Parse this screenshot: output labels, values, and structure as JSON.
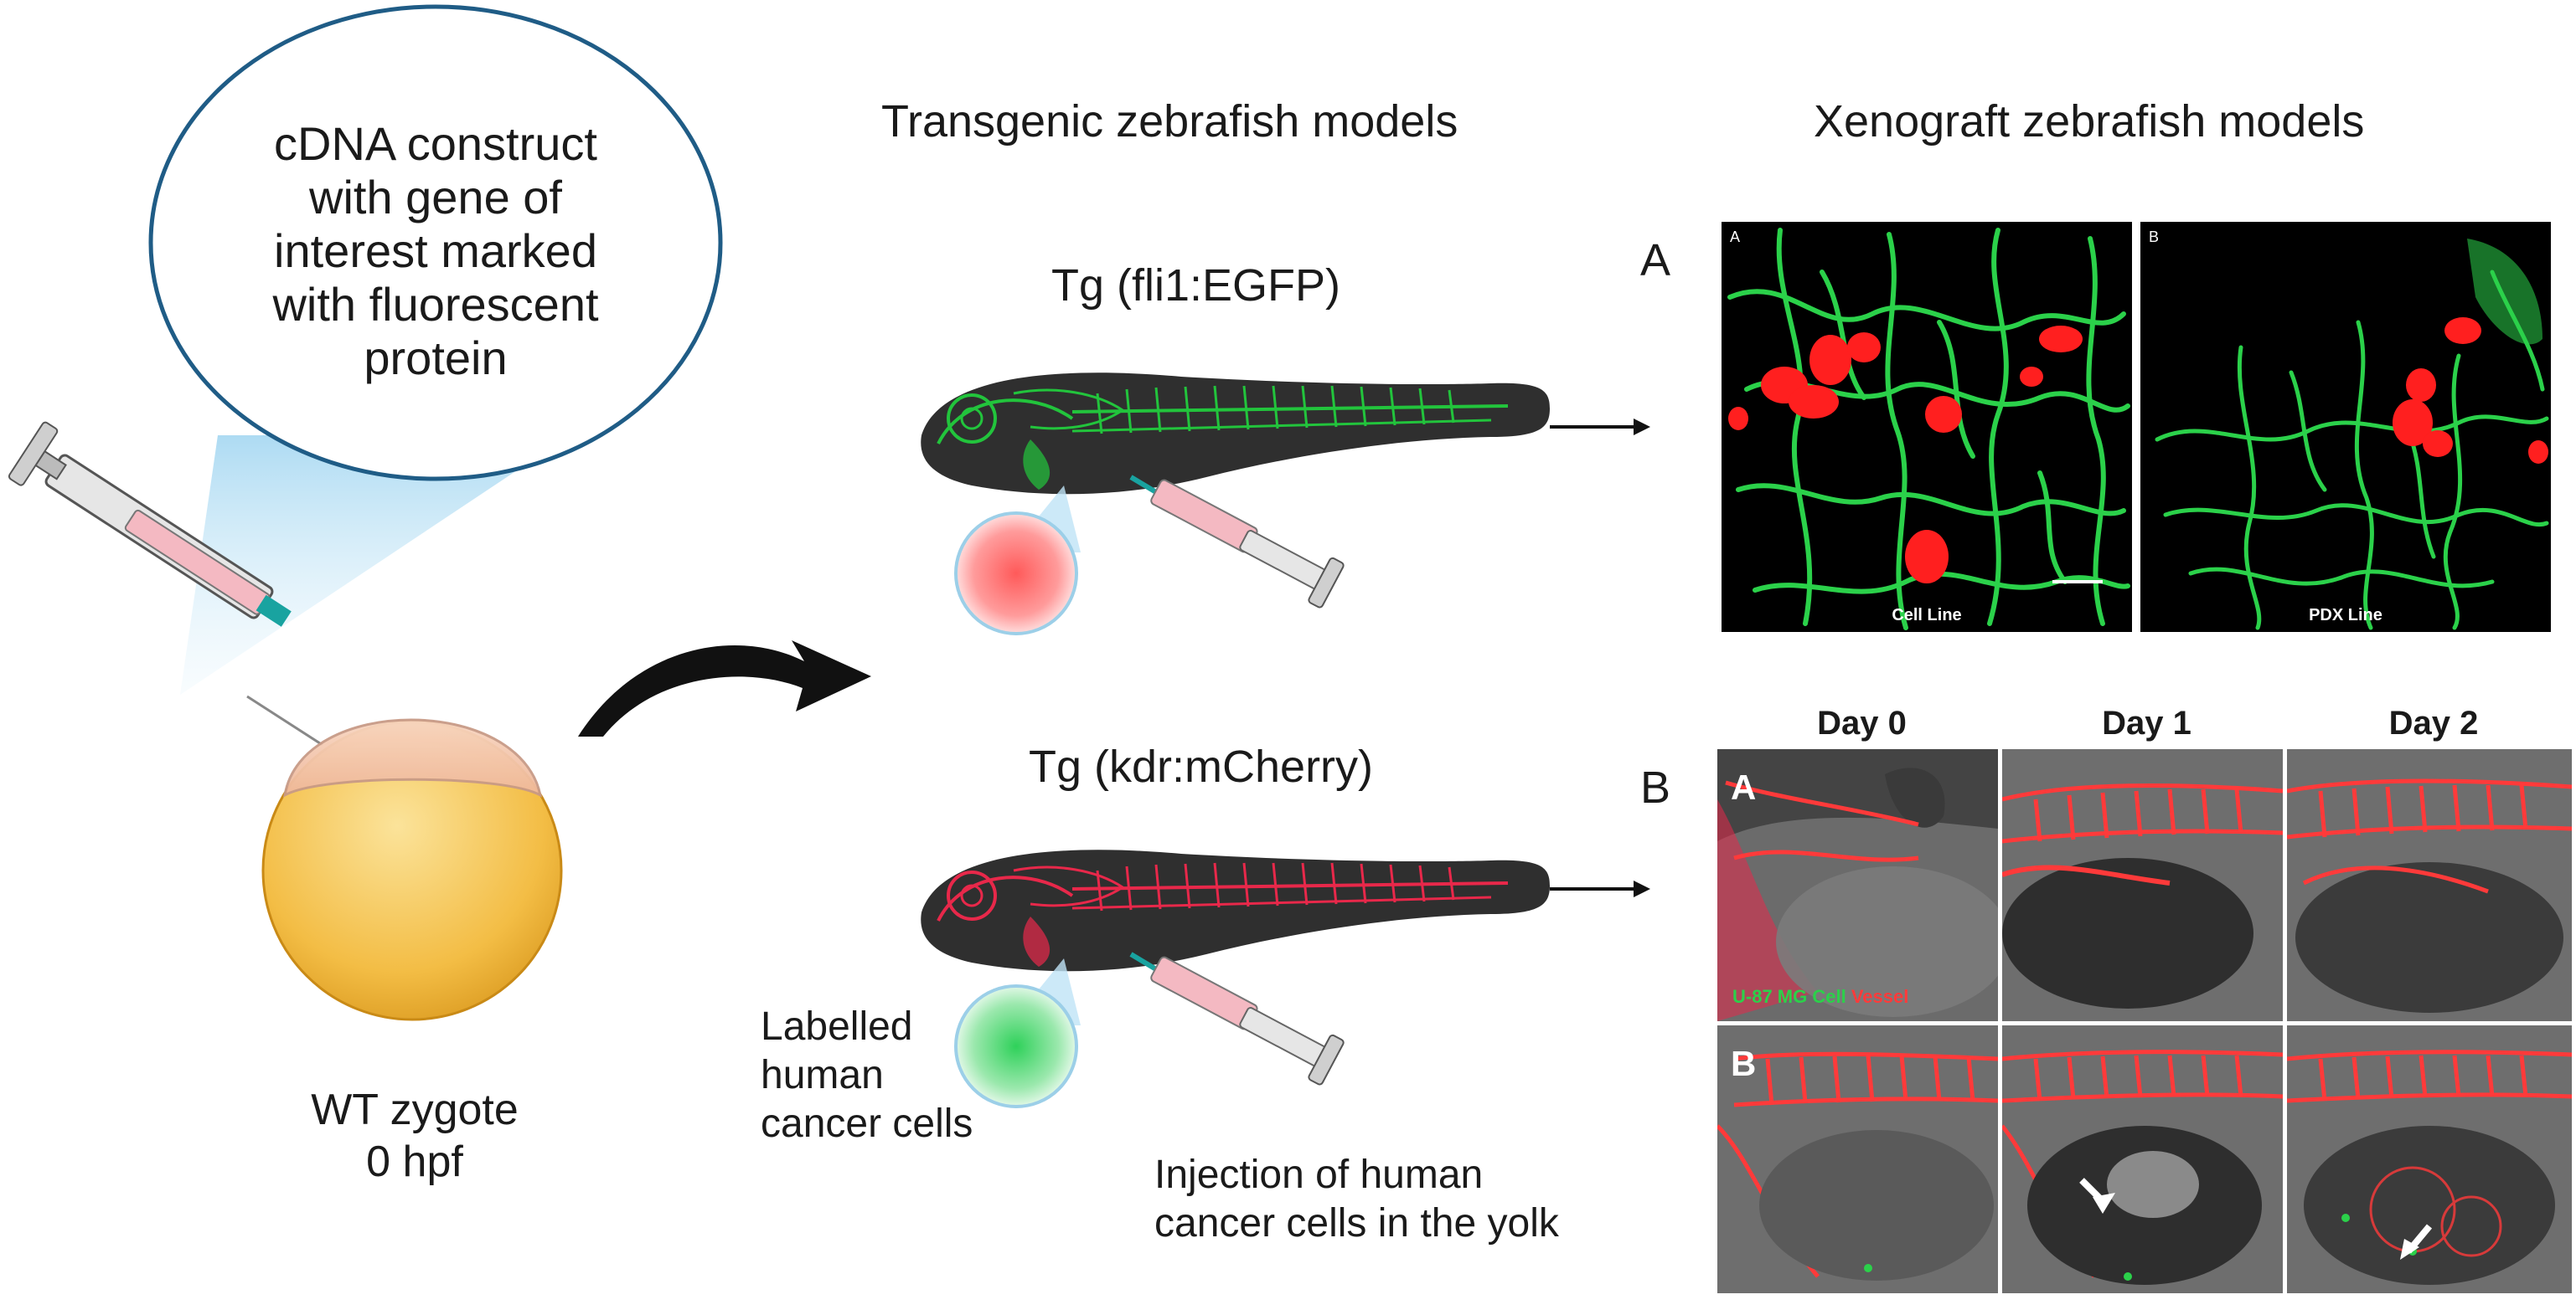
{
  "bubble": {
    "text_lines": [
      "cDNA construct",
      "with gene of",
      "interest marked",
      "with  fluorescent",
      "protein"
    ]
  },
  "zygote": {
    "label_line1": "WT zygote",
    "label_line2": "0 hpf"
  },
  "transgenic": {
    "title": "Transgenic zebrafish models",
    "tg1_label": "Tg (fli1:EGFP)",
    "tg2_label": "Tg (kdr:mCherry)",
    "labelled_lines": [
      "Labelled",
      "human",
      "cancer cells"
    ],
    "injection_lines": [
      "Injection of human",
      "cancer cells in the yolk"
    ]
  },
  "xenograft": {
    "title": "Xenograft zebrafish models",
    "panel_a_letter": "A",
    "panel_b_letter": "B",
    "micro_a": {
      "corner": "A",
      "caption": "Cell Line"
    },
    "micro_b": {
      "corner": "B",
      "caption": "PDX Line"
    },
    "days": [
      "Day 0",
      "Day 1",
      "Day 2"
    ],
    "row_a_letter": "A",
    "row_b_letter": "B",
    "legend_green": "U-87 MG Cell",
    "legend_red": "Vessel"
  },
  "colors": {
    "green_vessel": "#22c43c",
    "red_vessel": "#e8284a",
    "fluor_red": "#ff1f1f",
    "fluor_green": "#2bd14a",
    "yolk": "#f2b636",
    "bubble_bg": "#ffffff",
    "bubble_border": "#1f5c86",
    "beam": "#bfe3f6"
  }
}
